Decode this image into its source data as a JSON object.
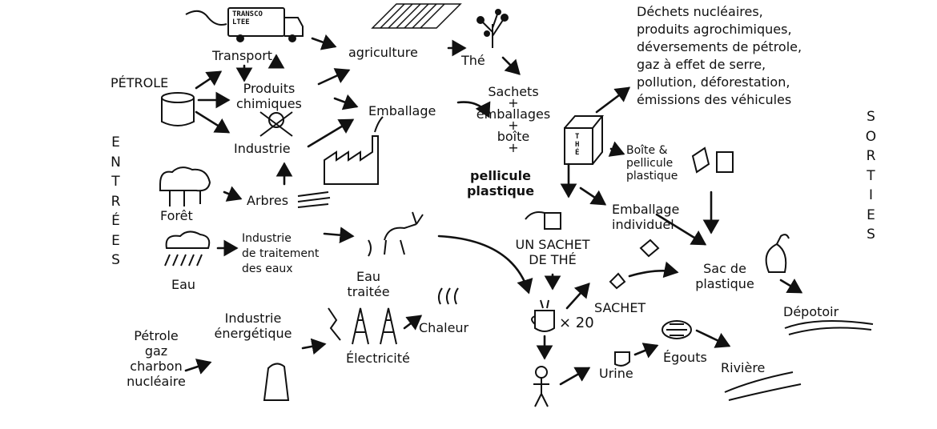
{
  "labels": {
    "petrole": "PÉTROLE",
    "transport": "Transport",
    "produits_chimiques": "Produits\nchimiques",
    "industrie": "Industrie",
    "agriculture": "agriculture",
    "emballage": "Emballage",
    "the": "Thé",
    "sachets": "Sachets\n+\nemballages\n+\nboîte\n+",
    "pellicule": "pellicule\nplastique",
    "foret": "Forêt",
    "arbres": "Arbres",
    "eau": "Eau",
    "industrie_eaux": "Industrie\nde traitement\ndes eaux",
    "eau_traitee": "Eau\ntraitée",
    "chaleur": "Chaleur",
    "industrie_energetique": "Industrie\nénergétique",
    "electricite": "Électricité",
    "sources_energie": "Pétrole\ngaz\ncharbon\nnucléaire",
    "dechets": "Déchets nucléaires,\nproduits agrochimiques,\ndéversements de pétrole,\ngaz à effet de serre,\npollution, déforestation,\némissions des véhicules",
    "boite_pellicule": "Boîte &\npellicule\nplastique",
    "emballage_individuel": "Emballage\nindividuel",
    "un_sachet": "UN SACHET\nDE THÉ",
    "sac_plastique": "Sac de\nplastique",
    "depotoir": "Dépotoir",
    "sachet": "SACHET",
    "x20": "× 20",
    "urine": "Urine",
    "egouts": "Égouts",
    "riviere": "Rivière",
    "entrees": "E\nN\nT\nR\nÉ\nE\nS",
    "sorties": "S\nO\nR\nT\nI\nE\nS",
    "truck_text": "TRANSCO\nLTEE",
    "box_text": "T\nH\nÉ"
  }
}
